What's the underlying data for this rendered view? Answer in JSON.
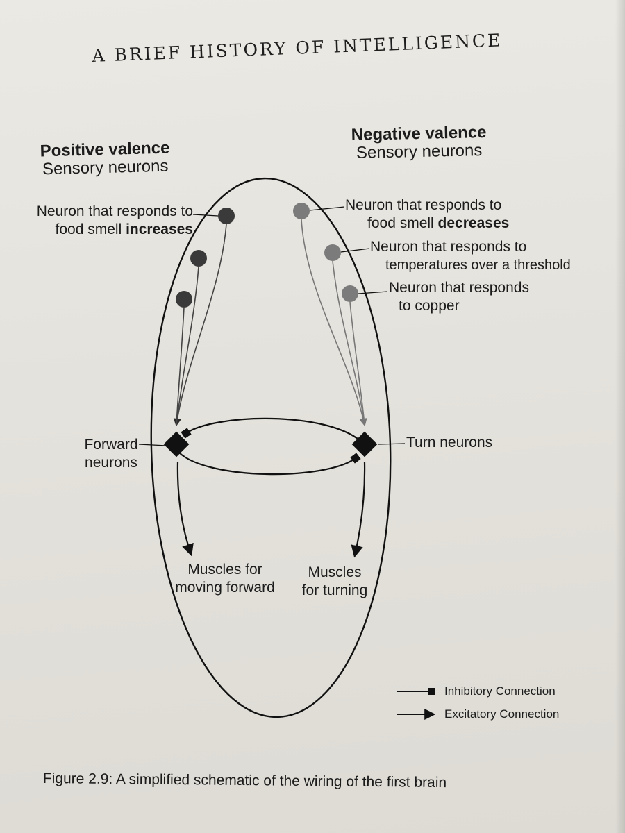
{
  "running_head": "A BRIEF HISTORY OF INTELLIGENCE",
  "positive": {
    "title": "Positive valence",
    "subtitle": "Sensory neurons"
  },
  "negative": {
    "title": "Negative valence",
    "subtitle": "Sensory neurons"
  },
  "neurons": {
    "food_increase": {
      "line1": "Neuron that responds to",
      "line2_prefix": "food smell ",
      "line2_bold": "increases"
    },
    "food_decrease": {
      "line1": "Neuron that responds to",
      "line2_prefix": "food smell ",
      "line2_bold": "decreases"
    },
    "temperature": {
      "line1": "Neuron that responds to",
      "line2": "temperatures over a threshold"
    },
    "copper": {
      "line1": "Neuron that responds",
      "line2": "to copper"
    }
  },
  "hubs": {
    "forward": {
      "line1": "Forward",
      "line2": "neurons"
    },
    "turn": {
      "label": "Turn neurons"
    }
  },
  "muscles": {
    "forward": {
      "line1": "Muscles for",
      "line2": "moving forward"
    },
    "turning": {
      "line1": "Muscles",
      "line2": "for turning"
    }
  },
  "legend": {
    "inhibitory": "Inhibitory Connection",
    "excitatory": "Excitatory Connection"
  },
  "caption": "Figure 2.9: A simplified schematic of the wiring of the first brain",
  "colors": {
    "positive_neuron": "#3a3a3a",
    "negative_neuron": "#7b7b7b",
    "ink": "#111111"
  }
}
